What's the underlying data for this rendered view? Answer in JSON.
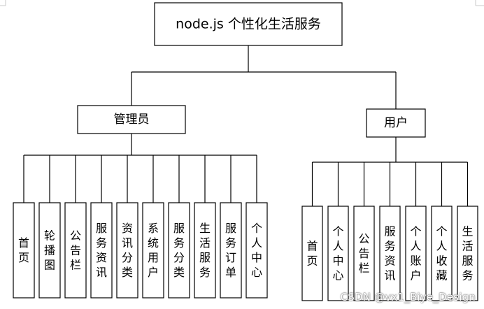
{
  "root": {
    "label": "node.js 个性化生活服务"
  },
  "groups": [
    {
      "id": "admin",
      "label": "管理员",
      "items": [
        "首页",
        "轮播图",
        "公告栏",
        "服务资讯",
        "资讯分类",
        "系统用户",
        "服务分类",
        "生活服务",
        "服务订单",
        "个人中心"
      ]
    },
    {
      "id": "user",
      "label": "用户",
      "items": [
        "首页",
        "个人中心",
        "公告栏",
        "服务资讯",
        "个人账户",
        "个人收藏",
        "生活服务"
      ]
    }
  ],
  "watermark": "CSDN @vx1_Biye_Design"
}
